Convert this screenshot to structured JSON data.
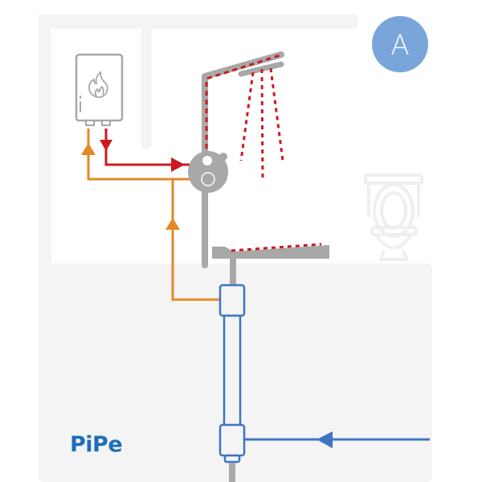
{
  "diagram": {
    "badge_label": "A",
    "logo_text": "PiPe",
    "icons": {
      "boiler": "boiler-icon",
      "flame": "flame-icon",
      "shower": "shower-icon",
      "mixer": "mixer-valve-icon",
      "toilet": "toilet-icon",
      "tray": "shower-tray-icon",
      "filter": "pipe-filter-icon"
    },
    "flows": [
      {
        "name": "hot-water",
        "color": "#cc1a20"
      },
      {
        "name": "warm-supply",
        "color": "#e08a26"
      },
      {
        "name": "cold-inlet",
        "color": "#3f74c2"
      }
    ],
    "colors": {
      "wall": "#f4f4f4",
      "fixture": "#a8a8a8",
      "badge": "#79a5da",
      "hot": "#cc1a20",
      "warm": "#e08a26",
      "cold": "#3f74c2",
      "logo": "#1f6fb8"
    }
  }
}
